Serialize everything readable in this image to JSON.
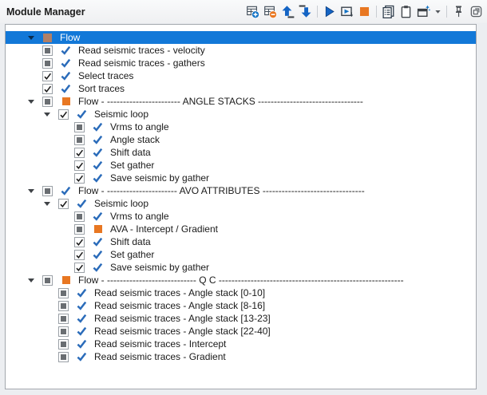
{
  "window": {
    "title": "Module Manager"
  },
  "toolbar": {
    "buttons": [
      {
        "id": "add-module",
        "icon": "table-plus-icon"
      },
      {
        "id": "remove-module",
        "icon": "table-minus-icon"
      },
      {
        "id": "move-up",
        "icon": "arrow-up-icon"
      },
      {
        "id": "move-down",
        "icon": "arrow-down-icon"
      },
      {
        "id": "separator"
      },
      {
        "id": "run",
        "icon": "play-icon"
      },
      {
        "id": "run-flow",
        "icon": "play-box-icon"
      },
      {
        "id": "stop",
        "icon": "stop-square-icon"
      },
      {
        "id": "separator"
      },
      {
        "id": "module-list",
        "icon": "pages-list-icon"
      },
      {
        "id": "paste",
        "icon": "clipboard-icon"
      },
      {
        "id": "new-view",
        "icon": "window-sparkle-icon"
      },
      {
        "id": "view-menu",
        "icon": "chevron-down-icon"
      },
      {
        "id": "separator"
      },
      {
        "id": "pin",
        "icon": "pin-icon"
      },
      {
        "id": "float",
        "icon": "float-window-icon"
      }
    ]
  },
  "colors": {
    "selection_blue": "#1278d8",
    "status_check_blue": "#2b6cba",
    "status_orange": "#e87722",
    "muted_flow_square": "#b08068"
  },
  "tree": {
    "rows": [
      {
        "label": "Flow",
        "depth": 0,
        "expander": true,
        "checkbox": "none",
        "status": "muted-square",
        "selected": true
      },
      {
        "label": "Read seismic traces - velocity",
        "depth": 1,
        "expander": false,
        "checkbox": "partial",
        "status": "blue-check",
        "selected": false
      },
      {
        "label": "Read seismic traces - gathers",
        "depth": 1,
        "expander": false,
        "checkbox": "partial",
        "status": "blue-check",
        "selected": false
      },
      {
        "label": "Select traces",
        "depth": 1,
        "expander": false,
        "checkbox": "checked",
        "status": "blue-check",
        "selected": false
      },
      {
        "label": "Sort traces",
        "depth": 1,
        "expander": false,
        "checkbox": "checked",
        "status": "blue-check",
        "selected": false
      },
      {
        "label": "Flow - ----------------------- ANGLE STACKS ---------------------------------",
        "depth": 1,
        "expander": true,
        "checkbox": "partial",
        "status": "orange-square",
        "selected": false
      },
      {
        "label": "Seismic loop",
        "depth": 2,
        "expander": true,
        "checkbox": "checked",
        "status": "blue-check",
        "selected": false
      },
      {
        "label": "Vrms to angle",
        "depth": 3,
        "expander": false,
        "checkbox": "partial",
        "status": "blue-check",
        "selected": false
      },
      {
        "label": "Angle stack",
        "depth": 3,
        "expander": false,
        "checkbox": "partial",
        "status": "blue-check",
        "selected": false
      },
      {
        "label": "Shift data",
        "depth": 3,
        "expander": false,
        "checkbox": "checked",
        "status": "blue-check",
        "selected": false
      },
      {
        "label": "Set gather",
        "depth": 3,
        "expander": false,
        "checkbox": "checked",
        "status": "blue-check",
        "selected": false
      },
      {
        "label": "Save seismic by gather",
        "depth": 3,
        "expander": false,
        "checkbox": "checked",
        "status": "blue-check",
        "selected": false
      },
      {
        "label": "Flow - ---------------------- AVO ATTRIBUTES --------------------------------",
        "depth": 1,
        "expander": true,
        "checkbox": "partial",
        "status": "blue-check",
        "selected": false
      },
      {
        "label": "Seismic loop",
        "depth": 2,
        "expander": true,
        "checkbox": "checked",
        "status": "blue-check",
        "selected": false
      },
      {
        "label": "Vrms to angle",
        "depth": 3,
        "expander": false,
        "checkbox": "partial",
        "status": "blue-check",
        "selected": false
      },
      {
        "label": "AVA - Intercept / Gradient",
        "depth": 3,
        "expander": false,
        "checkbox": "partial",
        "status": "orange-square",
        "selected": false
      },
      {
        "label": "Shift data",
        "depth": 3,
        "expander": false,
        "checkbox": "checked",
        "status": "blue-check",
        "selected": false
      },
      {
        "label": "Set gather",
        "depth": 3,
        "expander": false,
        "checkbox": "checked",
        "status": "blue-check",
        "selected": false
      },
      {
        "label": "Save seismic by gather",
        "depth": 3,
        "expander": false,
        "checkbox": "checked",
        "status": "blue-check",
        "selected": false
      },
      {
        "label": "Flow - ---------------------------- Q C ----------------------------------------------------------",
        "depth": 1,
        "expander": true,
        "checkbox": "partial",
        "status": "orange-square",
        "selected": false
      },
      {
        "label": "Read seismic traces - Angle stack [0-10]",
        "depth": 2,
        "expander": false,
        "checkbox": "partial",
        "status": "blue-check",
        "selected": false
      },
      {
        "label": "Read seismic traces - Angle stack [8-16]",
        "depth": 2,
        "expander": false,
        "checkbox": "partial",
        "status": "blue-check",
        "selected": false
      },
      {
        "label": "Read seismic traces - Angle stack [13-23]",
        "depth": 2,
        "expander": false,
        "checkbox": "partial",
        "status": "blue-check",
        "selected": false
      },
      {
        "label": "Read seismic traces - Angle stack [22-40]",
        "depth": 2,
        "expander": false,
        "checkbox": "partial",
        "status": "blue-check",
        "selected": false
      },
      {
        "label": "Read seismic traces - Intercept",
        "depth": 2,
        "expander": false,
        "checkbox": "partial",
        "status": "blue-check",
        "selected": false
      },
      {
        "label": "Read seismic traces - Gradient",
        "depth": 2,
        "expander": false,
        "checkbox": "partial",
        "status": "blue-check",
        "selected": false
      }
    ]
  }
}
